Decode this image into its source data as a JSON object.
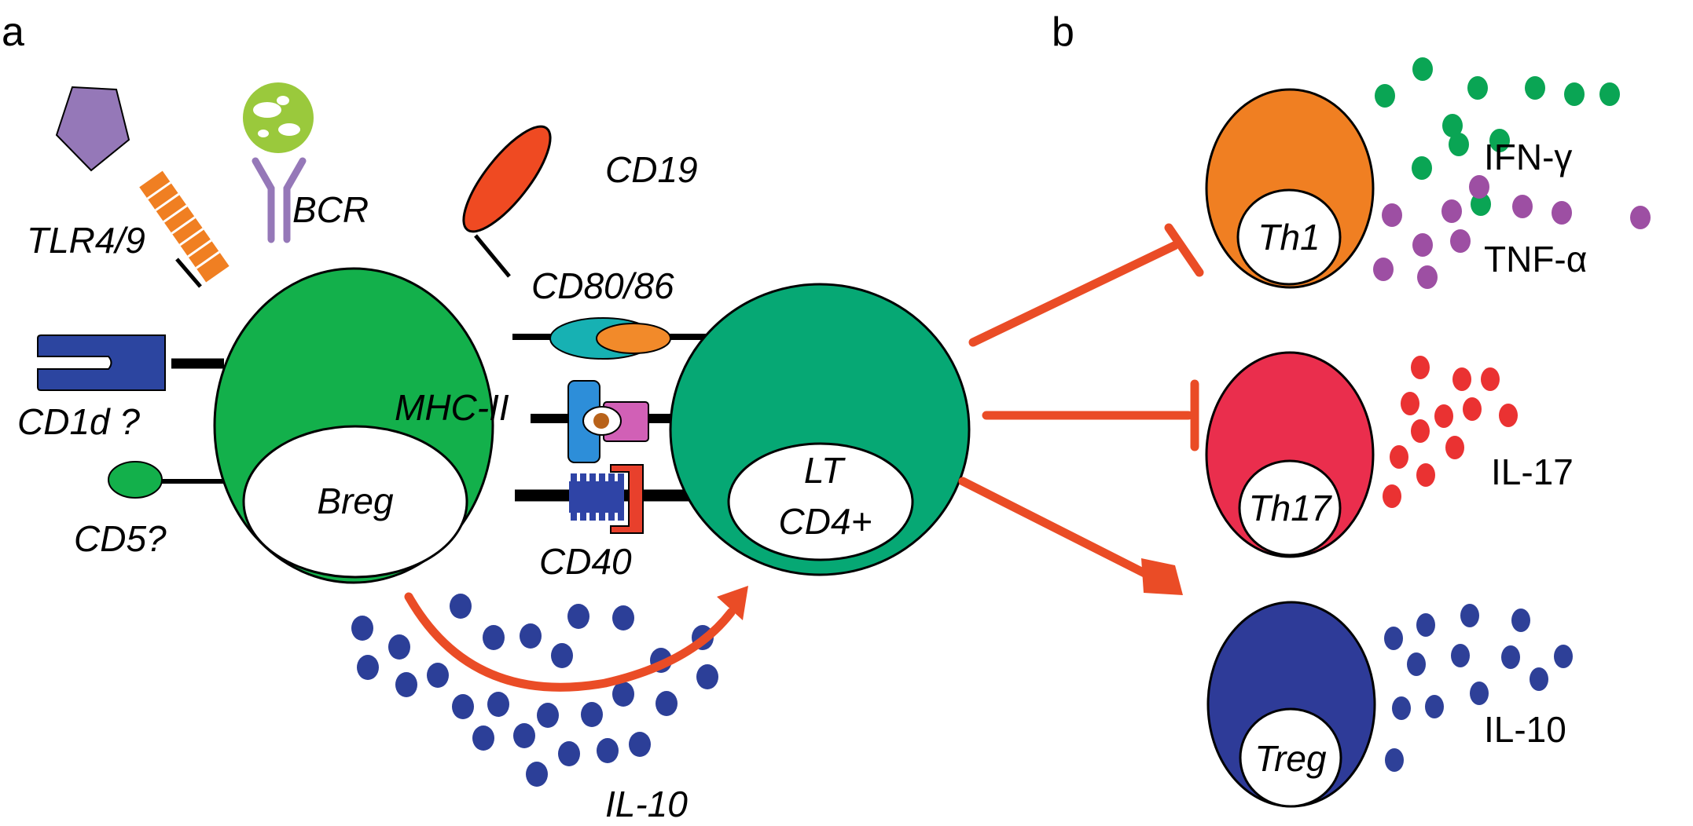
{
  "panels": {
    "a": "a",
    "b": "b"
  },
  "panel_a": {
    "receptors": {
      "tlr": "TLR4/9",
      "bcr": "BCR",
      "cd19": "CD19",
      "cd80_86": "CD80/86",
      "mhc2": "MHC-II",
      "cd40": "CD40",
      "cd1d": "CD1d ?",
      "cd5": "CD5?"
    },
    "cells": {
      "breg": "Breg",
      "lt_line1": "LT",
      "lt_line2": "CD4+"
    },
    "cytokine": "IL-10"
  },
  "panel_b": {
    "cells": [
      {
        "name": "Th1",
        "color": "#f07f22",
        "effect": "inhibit",
        "cytokines": [
          "IFN-γ",
          "TNF-α"
        ],
        "cytokine_colors": [
          "#0aa554",
          "#9d4fa3"
        ]
      },
      {
        "name": "Th17",
        "color": "#ea2e4d",
        "effect": "inhibit",
        "cytokines": [
          "IL-17"
        ],
        "cytokine_colors": [
          "#ea3232"
        ]
      },
      {
        "name": "Treg",
        "color": "#2e3b98",
        "effect": "promote",
        "cytokines": [
          "IL-10"
        ],
        "cytokine_colors": [
          "#2e4098"
        ]
      }
    ]
  },
  "colors": {
    "breg_cell": "#13b04b",
    "lt_cell": "#06a874",
    "arrow": "#ea4c26",
    "il10_dots": "#2c3f98"
  }
}
